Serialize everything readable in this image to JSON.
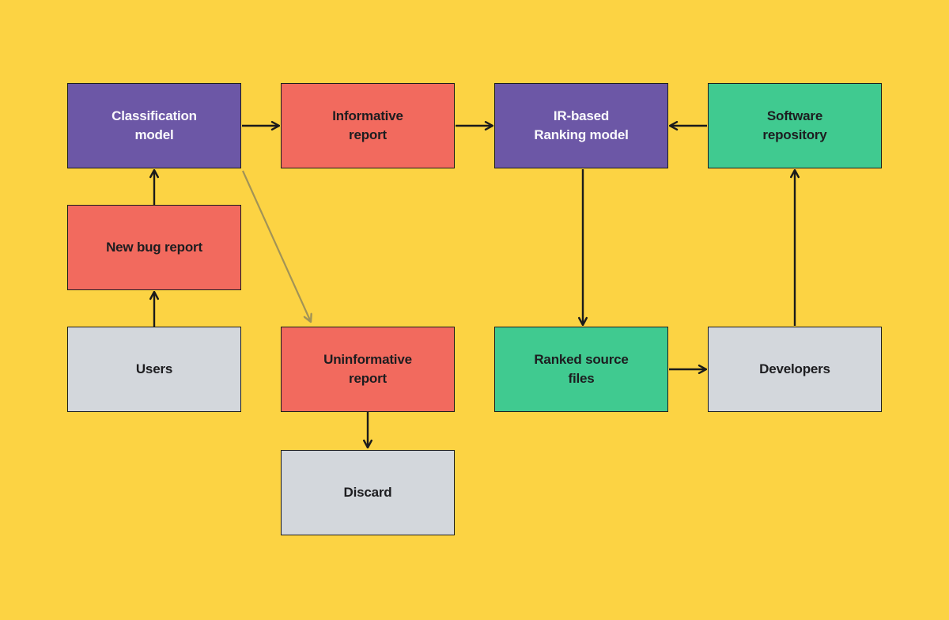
{
  "diagram": {
    "title": "Bug report triage and IR-based bug localization flowchart",
    "background_color": "#FCD343",
    "colors": {
      "purple_node": "#6C57A6",
      "coral_node": "#F26A5E",
      "green_node": "#40CA90",
      "gray_node": "#D3D7DC",
      "node_border": "#1c1c1c",
      "arrow": "#1b1b1b",
      "diagonal_arrow": "#A29356",
      "text_dark": "#1d1d20",
      "text_light": "#FBFAFD"
    },
    "nodes": [
      {
        "id": "classification-model",
        "label": "Classification\nmodel",
        "color": "purple"
      },
      {
        "id": "informative-report",
        "label": "Informative\nreport",
        "color": "coral"
      },
      {
        "id": "ir-ranking-model",
        "label": "IR-based\nRanking model",
        "color": "purple"
      },
      {
        "id": "software-repository",
        "label": "Software\nrepository",
        "color": "green"
      },
      {
        "id": "new-bug-report",
        "label": "New bug report",
        "color": "coral"
      },
      {
        "id": "users",
        "label": "Users",
        "color": "gray"
      },
      {
        "id": "uninformative-report",
        "label": "Uninformative\nreport",
        "color": "coral"
      },
      {
        "id": "ranked-source-files",
        "label": "Ranked source\nfiles",
        "color": "green"
      },
      {
        "id": "developers",
        "label": "Developers",
        "color": "gray"
      },
      {
        "id": "discard",
        "label": "Discard",
        "color": "gray"
      }
    ],
    "edges": [
      {
        "from": "users",
        "to": "new-bug-report",
        "style": "black"
      },
      {
        "from": "new-bug-report",
        "to": "classification-model",
        "style": "black"
      },
      {
        "from": "classification-model",
        "to": "informative-report",
        "style": "black"
      },
      {
        "from": "informative-report",
        "to": "ir-ranking-model",
        "style": "black"
      },
      {
        "from": "software-repository",
        "to": "ir-ranking-model",
        "style": "black"
      },
      {
        "from": "ir-ranking-model",
        "to": "ranked-source-files",
        "style": "black"
      },
      {
        "from": "ranked-source-files",
        "to": "developers",
        "style": "black"
      },
      {
        "from": "developers",
        "to": "software-repository",
        "style": "black"
      },
      {
        "from": "classification-model",
        "to": "uninformative-report",
        "style": "olive-diagonal"
      },
      {
        "from": "uninformative-report",
        "to": "discard",
        "style": "black"
      }
    ]
  }
}
